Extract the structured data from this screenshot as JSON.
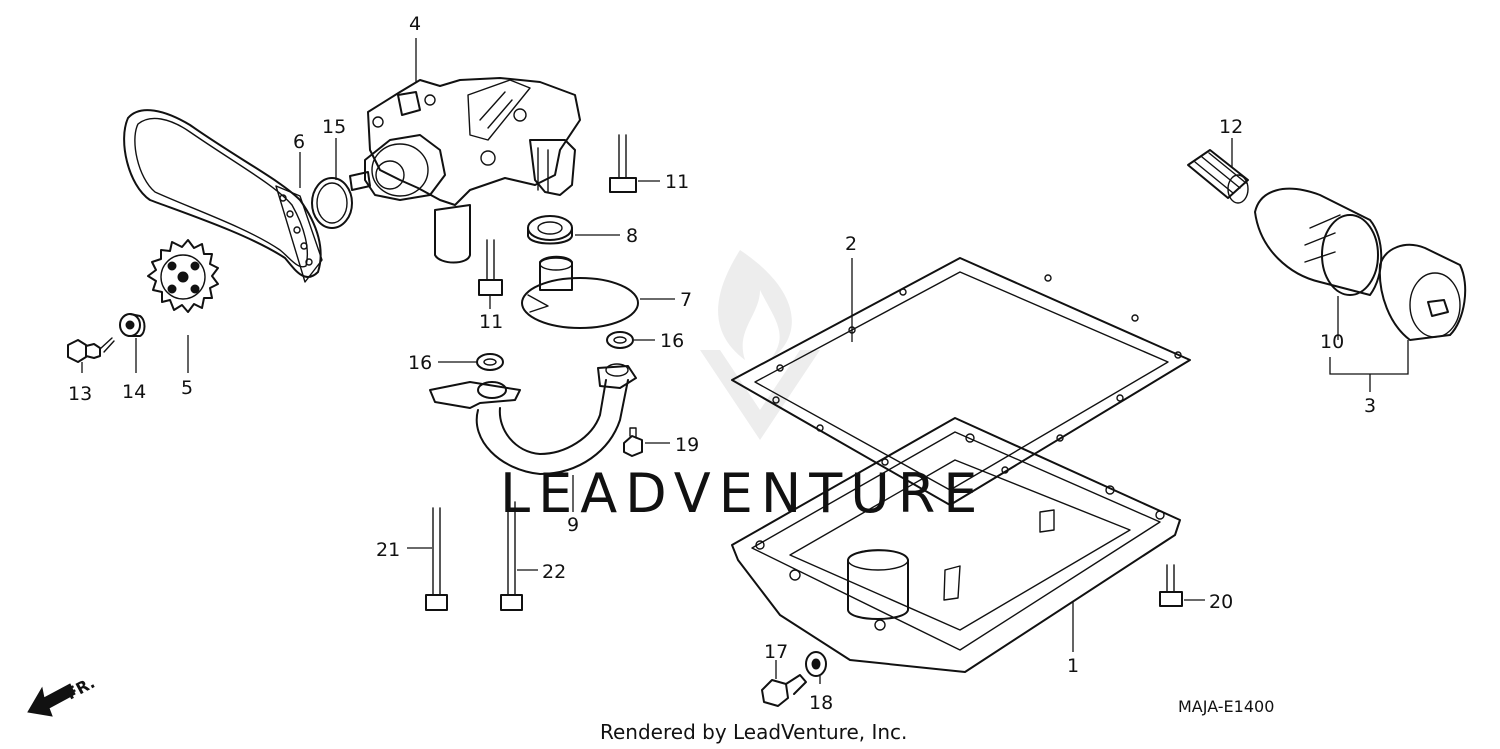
{
  "diagram_code": "MAJA-E1400",
  "footer_text": "Rendered by LeadVenture, Inc.",
  "watermark_text": "LEADVENTURE",
  "direction_label": "FR.",
  "callouts": {
    "c1": "1",
    "c2": "2",
    "c3": "3",
    "c4": "4",
    "c5": "5",
    "c6": "6",
    "c7": "7",
    "c8": "8",
    "c9": "9",
    "c10": "10",
    "c11a": "11",
    "c11b": "11",
    "c12": "12",
    "c13": "13",
    "c14": "14",
    "c15": "15",
    "c16a": "16",
    "c16b": "16",
    "c17": "17",
    "c18": "18",
    "c19": "19",
    "c20": "20",
    "c21": "21",
    "c22": "22"
  },
  "colors": {
    "ink": "#111111",
    "background": "#ffffff",
    "watermark": "#e6e6e6"
  }
}
